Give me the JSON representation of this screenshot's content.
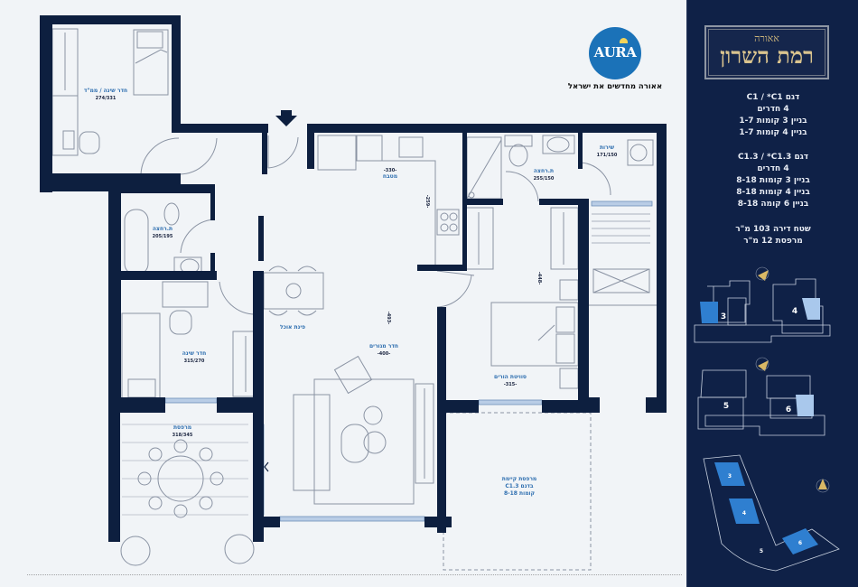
{
  "brand": {
    "logo_text": "AURA",
    "tagline": "אאורה מחדשים את ישראל",
    "logo_color": "#1b72b8"
  },
  "project": {
    "developer": "אאורה",
    "name": "רמת השרון"
  },
  "models": [
    {
      "model": "דגם C1 / *C1",
      "rooms": "4 חדרים",
      "buildings": [
        "בניין 3 קומות 1-7",
        "בניין 4 קומות 1-7"
      ]
    },
    {
      "model": "דגם C1.3 / *C1.3",
      "rooms": "4 חדרים",
      "buildings": [
        "בניין 3 קומות 8-18",
        "בניין 4 קומות 8-18",
        "בניין 6 קומה 8-18"
      ]
    }
  ],
  "areas": {
    "apartment": "שטח דירה 103 מ\"ר",
    "balcony": "מרפסת 12 מ\"ר"
  },
  "rooms": [
    {
      "name": "חדר שינה / ממ\"ד",
      "dims": "274/331"
    },
    {
      "name": "ת.רחצה",
      "dims": "205/195"
    },
    {
      "name": "חדר שינה",
      "dims": "315/270"
    },
    {
      "name": "מרפסת",
      "dims": "318/345"
    },
    {
      "name": "מטבח",
      "dims": "-330-"
    },
    {
      "name": "ת.רחצה",
      "dims": "255/150"
    },
    {
      "name": "שירות",
      "dims": "171/150"
    },
    {
      "name": "פינת אוכל",
      "dims": ""
    },
    {
      "name": "חדר מגורים",
      "dims": "-400-"
    },
    {
      "name": "סוויטת הורים",
      "dims": "-315-"
    }
  ],
  "existing_balcony": [
    "מרפסת קיימת",
    "בדגם C1.3",
    "קומות 8-18"
  ],
  "vertical_dims": [
    "-259-",
    "-448-",
    "-493-"
  ],
  "key_plan": {
    "buildings": [
      "3",
      "4",
      "5",
      "6"
    ],
    "highlight_color": "#2f7fd0",
    "highlight_light": "#a9c8ec"
  },
  "colors": {
    "wall": "#0d1f3f",
    "panel": "#0f2147",
    "label": "#2f6fb0",
    "gold": "#d9c38e"
  }
}
